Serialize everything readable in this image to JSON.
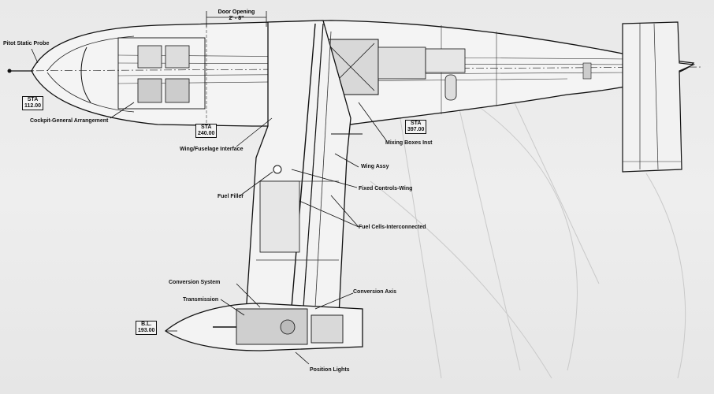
{
  "diagram": {
    "labels": {
      "pitot_static_probe": "Pitot Static Probe",
      "cockpit_general_arrangement": "Cockpit-General Arrangement",
      "wing_fuselage_interface": "Wing/Fuselage Interface",
      "mixing_boxes_inst": "Mixing Boxes Inst",
      "wing_assy": "Wing Assy",
      "fixed_controls_wing": "Fixed Controls-Wing",
      "fuel_filler": "Fuel Filler",
      "fuel_cells_interconnected": "Fuel Cells-Interconnected",
      "conversion_system": "Conversion System",
      "transmission": "Transmission",
      "conversion_axis": "Conversion Axis",
      "position_lights": "Position Lights"
    },
    "door_opening": {
      "title": "Door Opening",
      "dimension": "2' - 8\""
    },
    "stations": [
      {
        "kind": "STA",
        "value": "112.00"
      },
      {
        "kind": "STA",
        "value": "240.00"
      },
      {
        "kind": "STA",
        "value": "397.00"
      },
      {
        "kind": "B.L.",
        "value": "193.00"
      }
    ]
  }
}
